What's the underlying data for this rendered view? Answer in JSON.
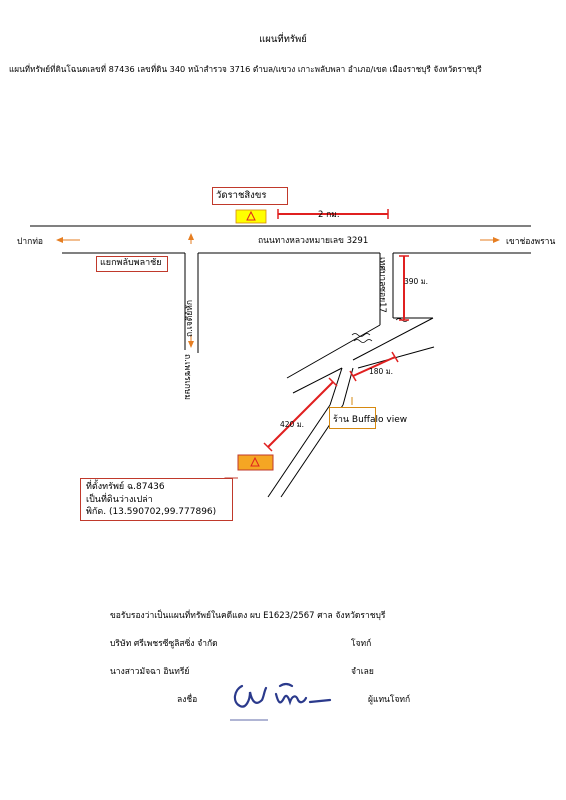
{
  "title": "แผนที่ทรัพย์",
  "subtitle": "แผนที่ทรัพย์ที่ดินโฉนดเลขที่ 87436  เลขที่ดิน 340  หน้าสำรวจ 3716   ตำบล/แขวง เกาะพลับพลา  อำเภอ/เขต เมืองราชบุรี จังหวัดราชบุรี",
  "map": {
    "temple": "วัดราชสิงขร",
    "distance_2km": "2 กม.",
    "pak_tho": "ปากท่อ",
    "khao_chong_phran": "เขาช่องพราน",
    "highway": "ถนนทางหลวงหมายเลข 3291",
    "junction": "แยกพลับพลาชัย",
    "road_cheditak": "ถ.เจดีย์หัก",
    "road_phetkasem": "ถ.เพชรเกษม",
    "soi17": "เทศบาลซอย17",
    "dist_390": "390 ม.",
    "dist_180": "180 ม.",
    "dist_420": "420 ม.",
    "shop": "ร้าน Buffalo view",
    "property_line1": "ที่ตั้งทรัพย์ ฉ.87436",
    "property_line2": "เป็นที่ดินว่างเปล่า",
    "property_line3": "พิกัด. (13.590702,99.777896)"
  },
  "footer": {
    "certify": "ขอรับรองว่าเป็นแผนที่ทรัพย์ในคดีแดง  ผบ E1623/2567  ศาล จังหวัดราชบุรี",
    "company": "บริษัท ศรีเพชรซีซูลิสซิ่ง จำกัด",
    "plaintiff": "โจทก์",
    "defendant_name": "นางสาวมัจฉา อินทรีย์",
    "defendant": "จำเลย",
    "sign_label": "ลงชื่อ",
    "representative": "ผู้แทนโจทก์"
  },
  "colors": {
    "red": "#e02020",
    "box_red": "#c0392b",
    "orange": "#e67e22",
    "yellow": "#ffff00",
    "orange_fill": "#f5a623"
  }
}
